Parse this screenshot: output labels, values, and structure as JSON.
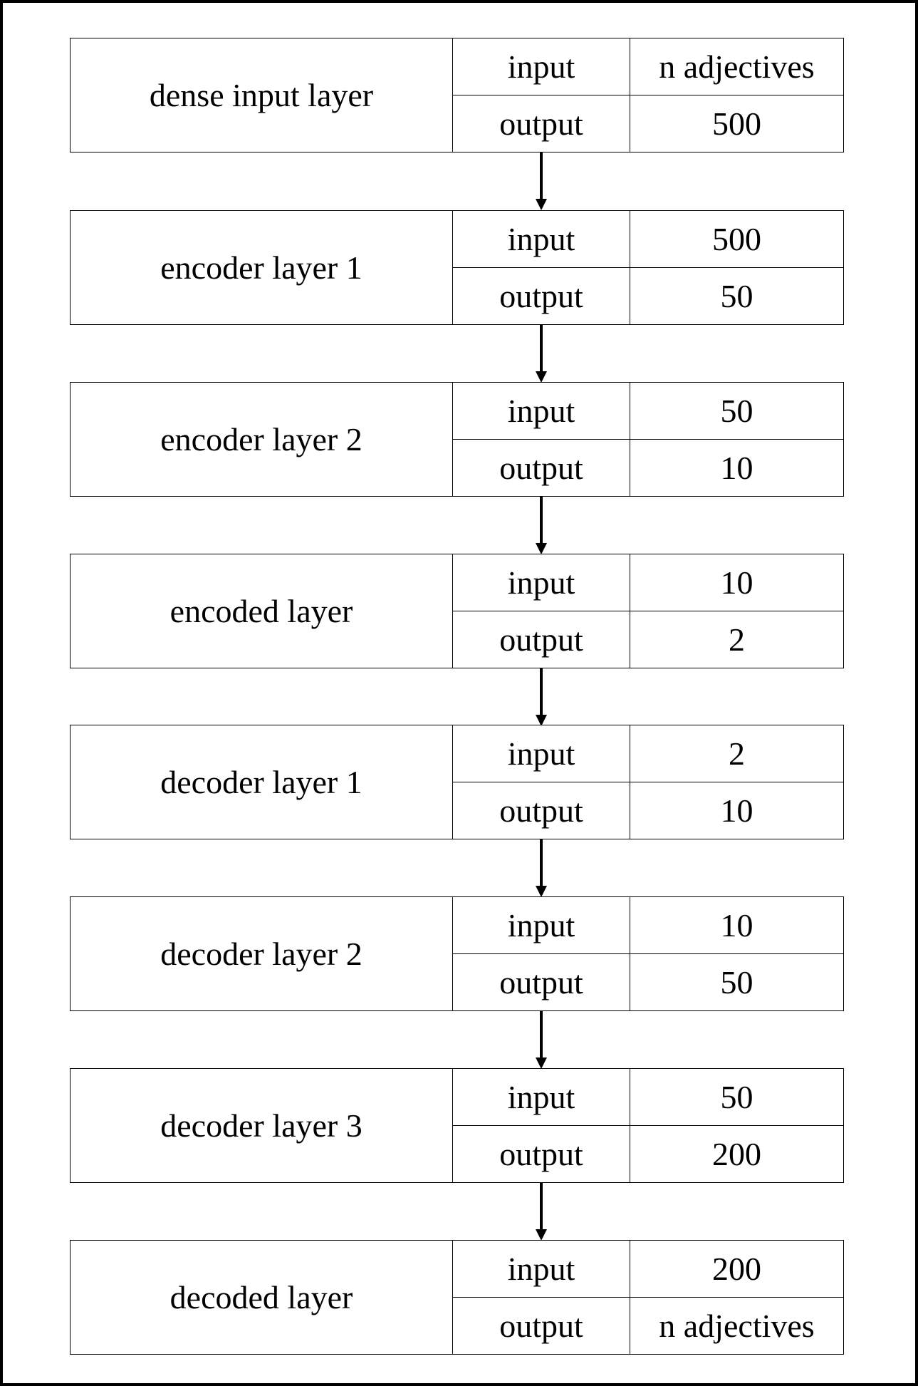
{
  "layers": [
    {
      "name": "dense input layer",
      "input_label": "input",
      "input_value": "n adjectives",
      "output_label": "output",
      "output_value": "500"
    },
    {
      "name": "encoder layer 1",
      "input_label": "input",
      "input_value": "500",
      "output_label": "output",
      "output_value": "50"
    },
    {
      "name": "encoder layer 2",
      "input_label": "input",
      "input_value": "50",
      "output_label": "output",
      "output_value": "10"
    },
    {
      "name": "encoded layer",
      "input_label": "input",
      "input_value": "10",
      "output_label": "output",
      "output_value": "2"
    },
    {
      "name": "decoder layer 1",
      "input_label": "input",
      "input_value": "2",
      "output_label": "output",
      "output_value": "10"
    },
    {
      "name": "decoder layer 2",
      "input_label": "input",
      "input_value": "10",
      "output_label": "output",
      "output_value": "50"
    },
    {
      "name": "decoder layer 3",
      "input_label": "input",
      "input_value": "50",
      "output_label": "output",
      "output_value": "200"
    },
    {
      "name": "decoded layer",
      "input_label": "input",
      "input_value": "200",
      "output_label": "output",
      "output_value": "n adjectives"
    }
  ]
}
